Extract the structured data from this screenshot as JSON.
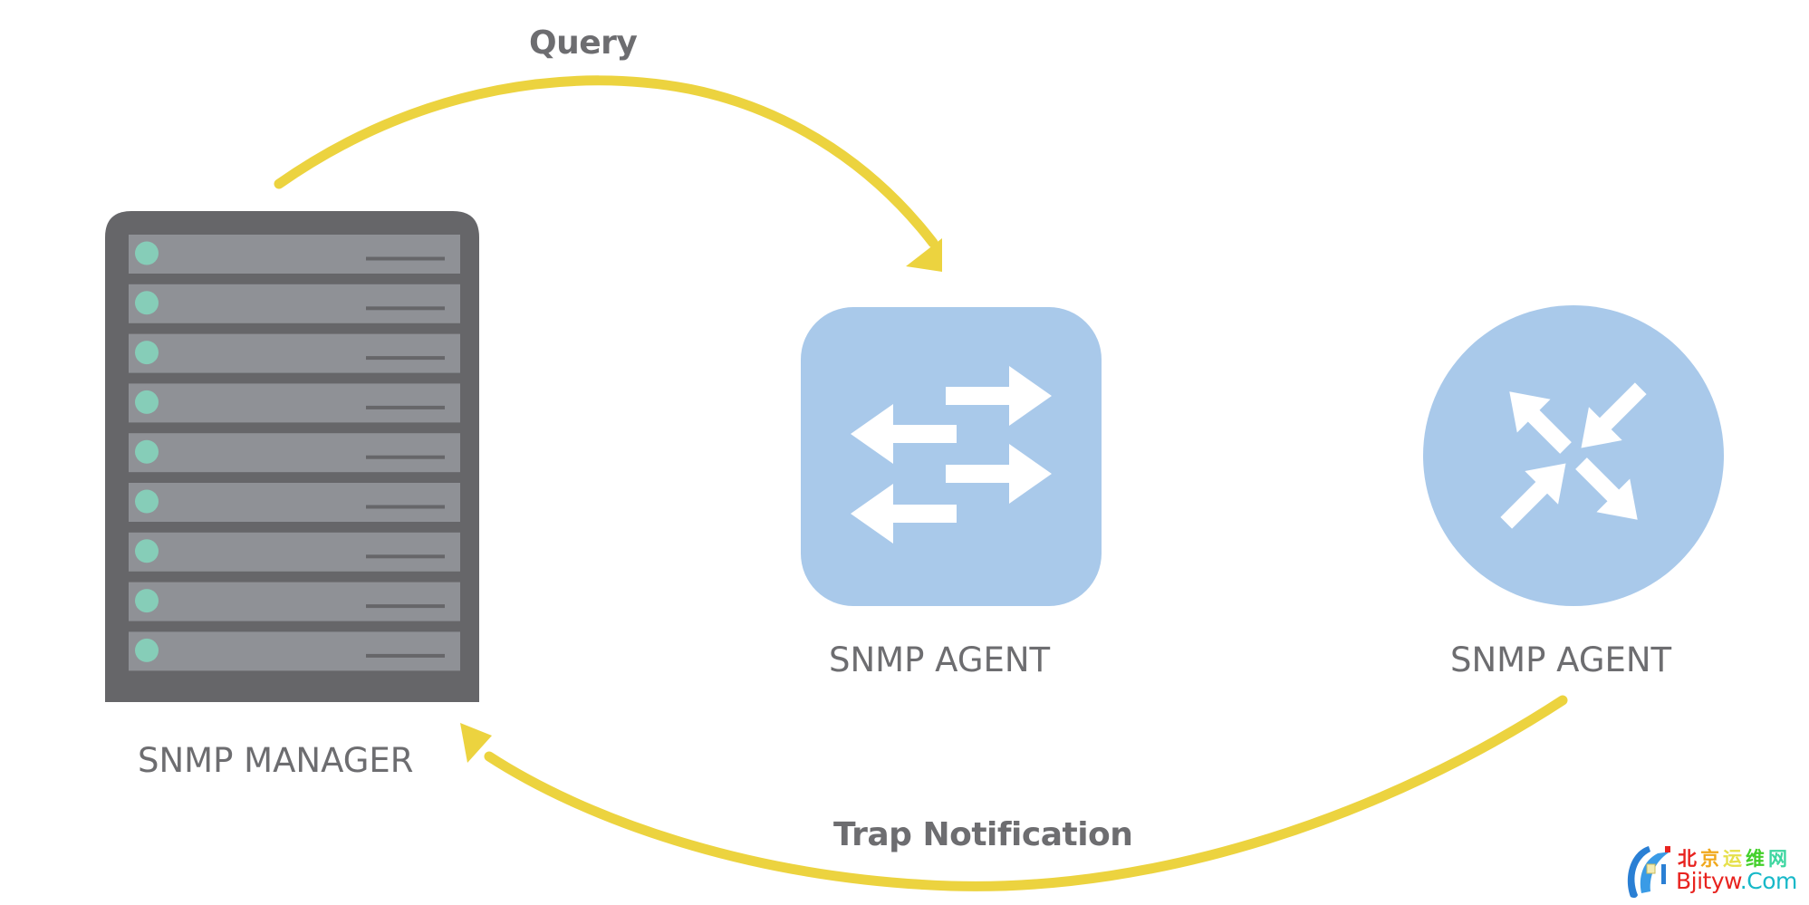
{
  "diagram": {
    "title": "SNMP Query and Trap Notification",
    "nodes": [
      {
        "id": "manager",
        "label": "SNMP MANAGER",
        "icon": "server-rack-icon",
        "rack_units": 9
      },
      {
        "id": "agent_switch",
        "label": "SNMP AGENT",
        "icon": "network-switch-icon"
      },
      {
        "id": "agent_router",
        "label": "SNMP AGENT",
        "icon": "router-icon"
      }
    ],
    "edges": [
      {
        "from": "manager",
        "to": "agent_switch",
        "label": "Query"
      },
      {
        "from": "agent_router",
        "to": "manager",
        "label": "Trap Notification"
      }
    ]
  },
  "watermark": {
    "chinese_chars": [
      "北",
      "京",
      "运",
      "维",
      "网"
    ],
    "chinese_colors": [
      "#e8231f",
      "#f0a81c",
      "#e6e04a",
      "#43d02a",
      "#3dd6a0"
    ],
    "english_parts": [
      "Bjityw",
      ".Com"
    ],
    "english_colors": [
      "#e8231f",
      "#17b8c8"
    ]
  },
  "colors": {
    "arrow": "#ecd33f",
    "server_body": "#666669",
    "server_unit": "#8f9196",
    "server_led": "#86cdb8",
    "agent_fill": "#a9c9ea",
    "agent_glyph": "#ffffff",
    "text": "#6d6d70"
  }
}
